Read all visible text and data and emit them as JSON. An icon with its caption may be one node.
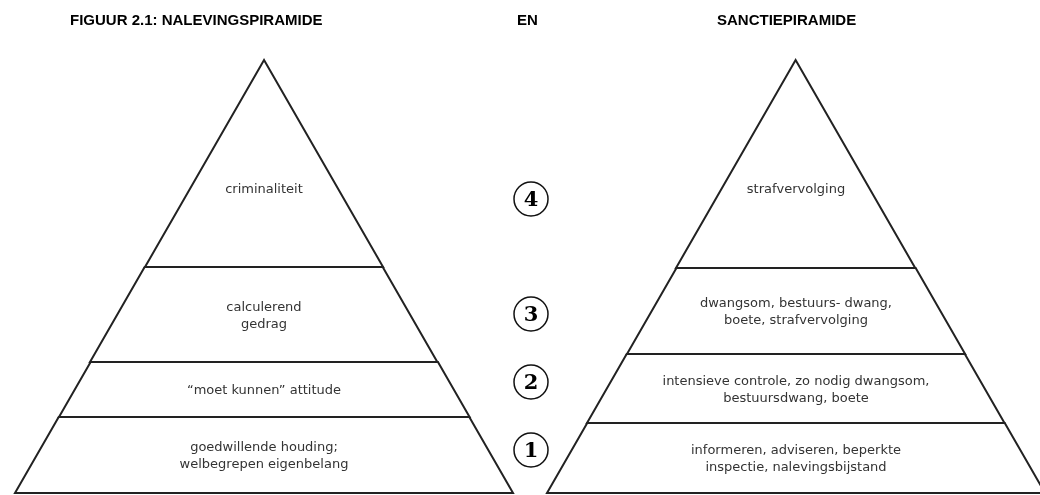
{
  "diagram": {
    "title": "FIGUUR 2.1: NALEVINGSPIRAMIDE",
    "nodes": [
      {
        "text": [
          "criminaliteit"
        ]
      },
      {
        "text": [
          "calculerend gedrag"
        ]
      },
      {
        "text": [
          "“moet kunnen” attitude"
        ]
      },
      {
        "text": [
          "goedwillende houding; welbegrepen eigenbelang"
        ]
      },
      {
        "text": [
          "4"
        ]
      },
      {
        "text": [
          "3"
        ]
      },
      {
        "text": [
          "2"
        ]
      },
      {
        "text": [
          "1"
        ]
      },
      {
        "text": [
          "strafvervolging"
        ]
      },
      {
        "text": [
          "dwangsom, bestuurs- dwang, boete, strafvervolging"
        ]
      },
      {
        "text": [
          "intensieve controle, zo nodig dwangsom, bestuursdwang, boete"
        ]
      },
      {
        "text": [
          "informeren, adviseren, beperkte inspectie, nalevingsbijstand"
        ]
      }
    ],
    "labels": [
      "EN",
      "SANCTIEPIRAMIDE"
    ]
  }
}
